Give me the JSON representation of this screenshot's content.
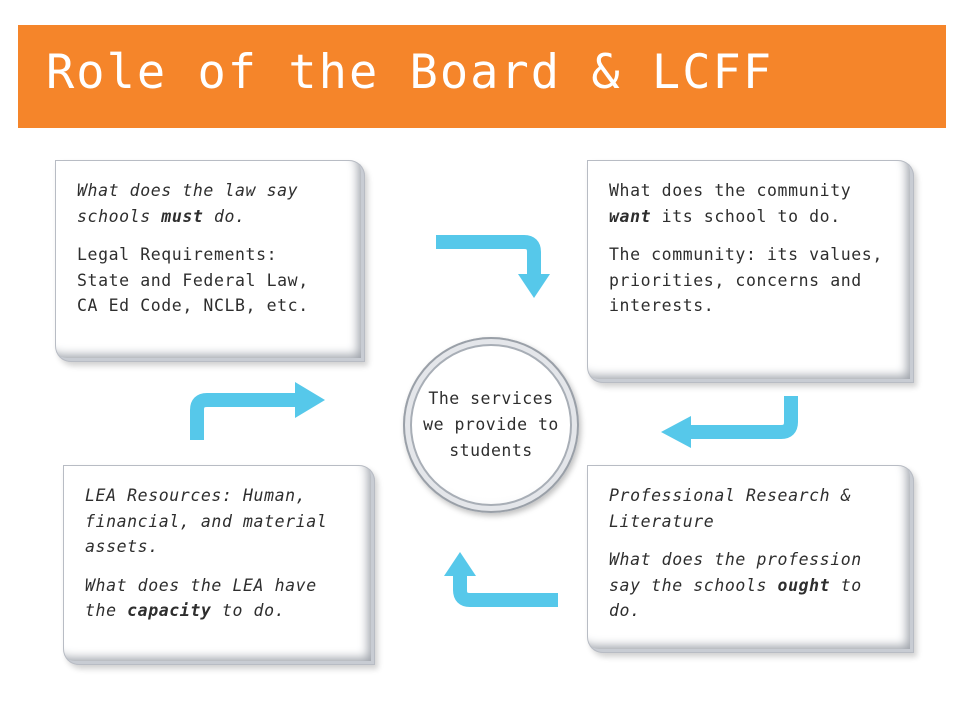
{
  "title": "Role of the Board & LCFF",
  "colors": {
    "title_bar": "#f5852a",
    "title_text": "#ffffff",
    "arrow": "#56c8ea"
  },
  "boxes": {
    "law": {
      "line1_prefix": "What does the law say schools ",
      "line1_emph": "must",
      "line1_suffix": " do.",
      "line2": "Legal Requirements: State and Federal Law, CA Ed Code, NCLB, etc."
    },
    "community": {
      "line1_prefix": "What does the community ",
      "line1_emph": "want",
      "line1_suffix": " its school to do.",
      "line2": "The community: its values, priorities, concerns and interests."
    },
    "resources": {
      "line1": "LEA Resources: Human, financial, and material assets.",
      "line2_prefix": "What does the LEA have the ",
      "line2_emph": "capacity",
      "line2_suffix": " to do."
    },
    "research": {
      "line1": "Professional Research & Literature",
      "line2_prefix": "What does the profession say the schools ",
      "line2_emph": "ought",
      "line2_suffix": " to do."
    }
  },
  "center": {
    "text": "The services we provide to students"
  }
}
